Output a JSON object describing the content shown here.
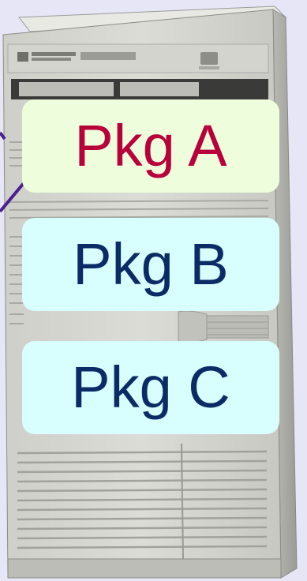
{
  "packages": [
    {
      "label": "Pkg A",
      "text_color": "#b8003a",
      "fill": "#eefedc"
    },
    {
      "label": "Pkg B",
      "text_color": "#0b2b66",
      "fill": "#d8fefe"
    },
    {
      "label": "Pkg C",
      "text_color": "#0b2b66",
      "fill": "#d8fefe"
    }
  ],
  "server": {
    "brand_logo": "hp-logo",
    "badge_icon": "hp-badge-icon"
  },
  "colors": {
    "background": "#e6e6f6",
    "connector": "#4a1f8f"
  }
}
